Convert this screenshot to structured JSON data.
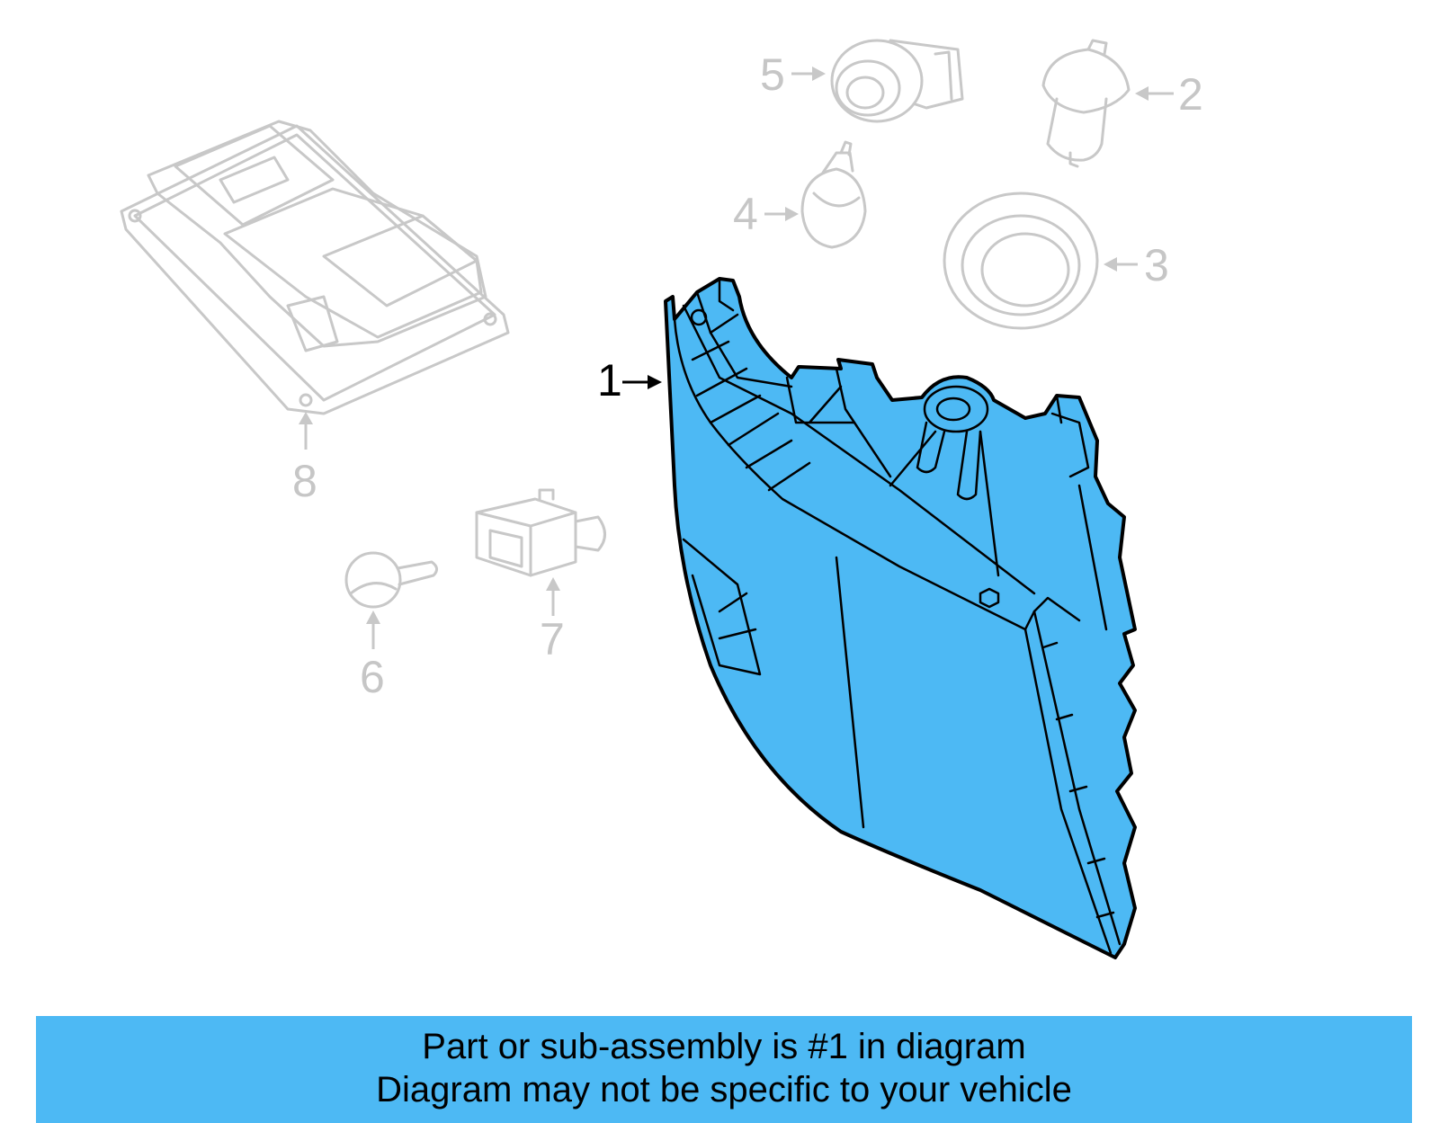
{
  "callouts": {
    "c1": "1",
    "c2": "2",
    "c3": "3",
    "c4": "4",
    "c5": "5",
    "c6": "6",
    "c7": "7",
    "c8": "8"
  },
  "banner": {
    "line1": "Part or sub-assembly is #1 in diagram",
    "line2": "Diagram may not be specific to your vehicle",
    "color": "#4db9f4"
  },
  "highlight_color": "#4db9f4",
  "dim_color": "#c8c8c8"
}
